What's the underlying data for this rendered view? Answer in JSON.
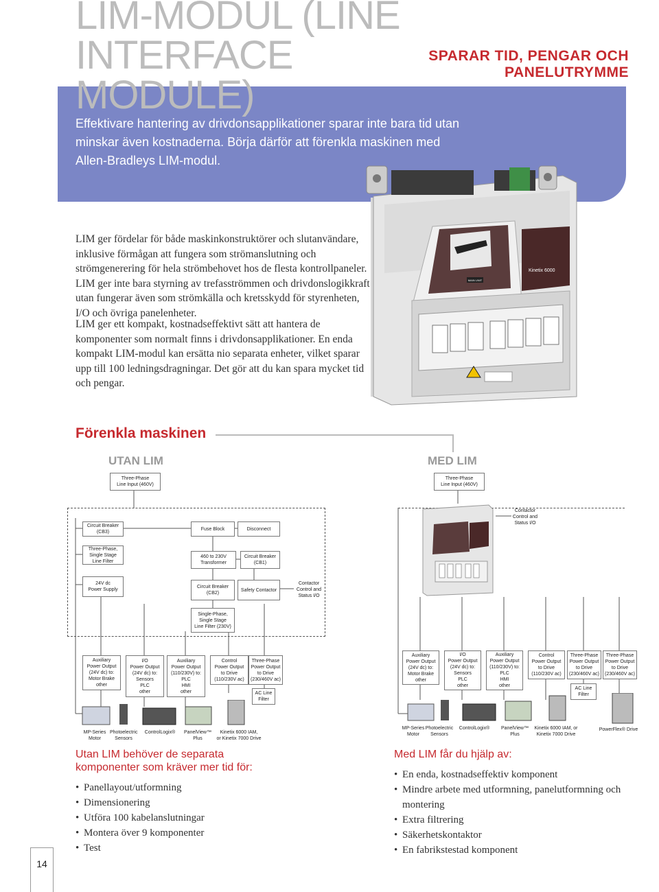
{
  "header": {
    "title_line1": "LIM-MODUL (LINE INTERFACE",
    "title_line2": "MODULE)",
    "subtitle": "SPARAR TID, PENGAR OCH PANELUTRYMME",
    "intro": "Effektivare hantering av drivdonsapplikationer sparar inte bara tid utan minskar även kostnaderna. Börja därför att förenkla maskinen med Allen-Bradleys LIM-modul."
  },
  "body": {
    "para1": "LIM ger fördelar för både maskinkonstruktörer och slutanvändare, inklusive förmågan att fungera som strömanslutning och strömgenerering för hela strömbehovet hos de flesta kontrollpaneler. LIM ger inte bara styrning av trefasströmmen och drivdonslogikkraft utan fungerar även som strömkälla och kretsskydd för styrenheten, I/O och övriga panelenheter.",
    "para2": "LIM ger ett kompakt, kostnadseffektivt sätt att hantera de komponenter som normalt finns i drivdonsapplikationer. En enda kompakt LIM-modul kan ersätta nio separata enheter, vilket sparar upp till 100 ledningsdragningar. Det gör att du kan spara mycket tid och pengar."
  },
  "product_image": {
    "brand": "Kinetix 6000",
    "label": "MAIN UNIT",
    "icon": "lim-module-photo"
  },
  "section": {
    "heading": "Förenkla maskinen",
    "left_heading": "UTAN LIM",
    "right_heading": "MED LIM"
  },
  "diagram_left": {
    "input": "Three-Phase\nLine Input (460V)",
    "circuit_breaker_cb3": "Circuit Breaker\n(CB3)",
    "fuse_block": "Fuse Block",
    "disconnect": "Disconnect",
    "line_filter_3ph": "Three-Phase,\nSingle Stage\nLine Filter",
    "transformer": "460 to 230V\nTransformer",
    "circuit_breaker_cb1": "Circuit Breaker\n(CB1)",
    "power_supply": "24V dc\nPower Supply",
    "circuit_breaker_cb2": "Circuit Breaker\n(CB2)",
    "safety_contactor": "Safety Contactor",
    "contactor_status": "Contactor\nControl and\nStatus I/O",
    "line_filter_1ph": "Single-Phase,\nSingle Stage\nLine Filter (230V)",
    "outputs": [
      "Auxiliary\nPower Output\n(24V dc) to:\nMotor Brake\nother",
      "I/O\nPower Output\n(24V dc) to:\nSensors\nPLC\nother",
      "Auxiliary\nPower Output\n(110/230V) to:\nPLC\nHMI\nother",
      "Control\nPower Output\nto Drive\n(110/230V ac)",
      "Three-Phase\nPower Output\nto Drive\n(230/460V ac)"
    ],
    "ac_line_filter": "AC Line\nFilter",
    "devices": [
      "MP-Series\nMotor",
      "Photoelectric\nSensors",
      "ControlLogix®",
      "PanelView™ Plus",
      "Kinetix 6000 IAM,\nor Kinetix 7000 Drive"
    ]
  },
  "diagram_right": {
    "input": "Three-Phase\nLine Input (460V)",
    "contactor_status": "Contactor\nControl and\nStatus I/O",
    "outputs": [
      "Auxiliary\nPower Output\n(24V dc) to:\nMotor Brake\nother",
      "I/O\nPower Output\n(24V dc) to:\nSensors\nPLC\nother",
      "Auxiliary\nPower Output\n(110/230V) to:\nPLC\nHMI\nother",
      "Control\nPower Output\nto Drive\n(110/230V ac)",
      "Three-Phase\nPower Output\nto Drive\n(230/460V ac)",
      "Three-Phase\nPower Output\nto Drive\n(230/460V ac)"
    ],
    "ac_line_filter": "AC Line\nFilter",
    "devices": [
      "MP-Series\nMotor",
      "Photoelectric\nSensors",
      "ControlLogix®",
      "PanelView™ Plus",
      "Kinetix 6000 IAM, or\nKinetix 7000 Drive",
      "PowerFlex® Drive"
    ]
  },
  "lists": {
    "left_heading": "Utan LIM behöver de separata komponenter som kräver mer tid för:",
    "left_items": [
      "Panellayout/utformning",
      "Dimensionering",
      "Utföra 100 kabelanslutningar",
      "Montera över 9 komponenter",
      "Test"
    ],
    "right_heading": "Med LIM får du hjälp av:",
    "right_items": [
      "En enda, kostnadseffektiv komponent",
      "Mindre arbete med utformning, panelutformning och montering",
      "Extra filtrering",
      "Säkerhetskontaktor",
      "En fabrikstestad komponent"
    ]
  },
  "footer": {
    "page_number": "14"
  }
}
